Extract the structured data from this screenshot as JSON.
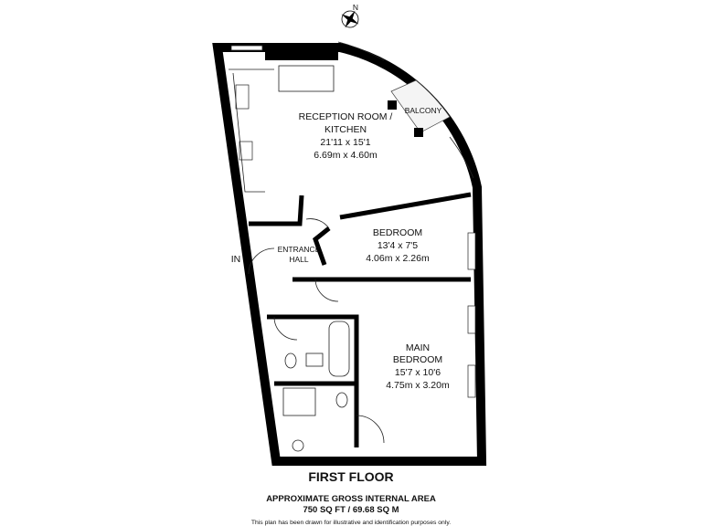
{
  "compass": {
    "north_label": "N"
  },
  "rooms": {
    "reception": {
      "name_line1": "RECEPTION ROOM /",
      "name_line2": "KITCHEN",
      "imperial": "21'11 x 15'1",
      "metric": "6.69m x 4.60m"
    },
    "balcony": {
      "name": "BALCONY"
    },
    "bedroom": {
      "name": "BEDROOM",
      "imperial": "13'4 x 7'5",
      "metric": "4.06m x 2.26m"
    },
    "entrance": {
      "name_line1": "ENTRANCE",
      "name_line2": "HALL",
      "in_label": "IN"
    },
    "main_bedroom": {
      "name_line1": "MAIN",
      "name_line2": "BEDROOM",
      "imperial": "15'7 x 10'6",
      "metric": "4.75m x 3.20m"
    }
  },
  "footer": {
    "floor": "FIRST FLOOR",
    "area_title": "APPROXIMATE GROSS INTERNAL AREA",
    "area_value": "750 SQ FT / 69.68 SQ M",
    "disclaimer": "This plan has been drawn for illustrative and identification purposes only."
  }
}
